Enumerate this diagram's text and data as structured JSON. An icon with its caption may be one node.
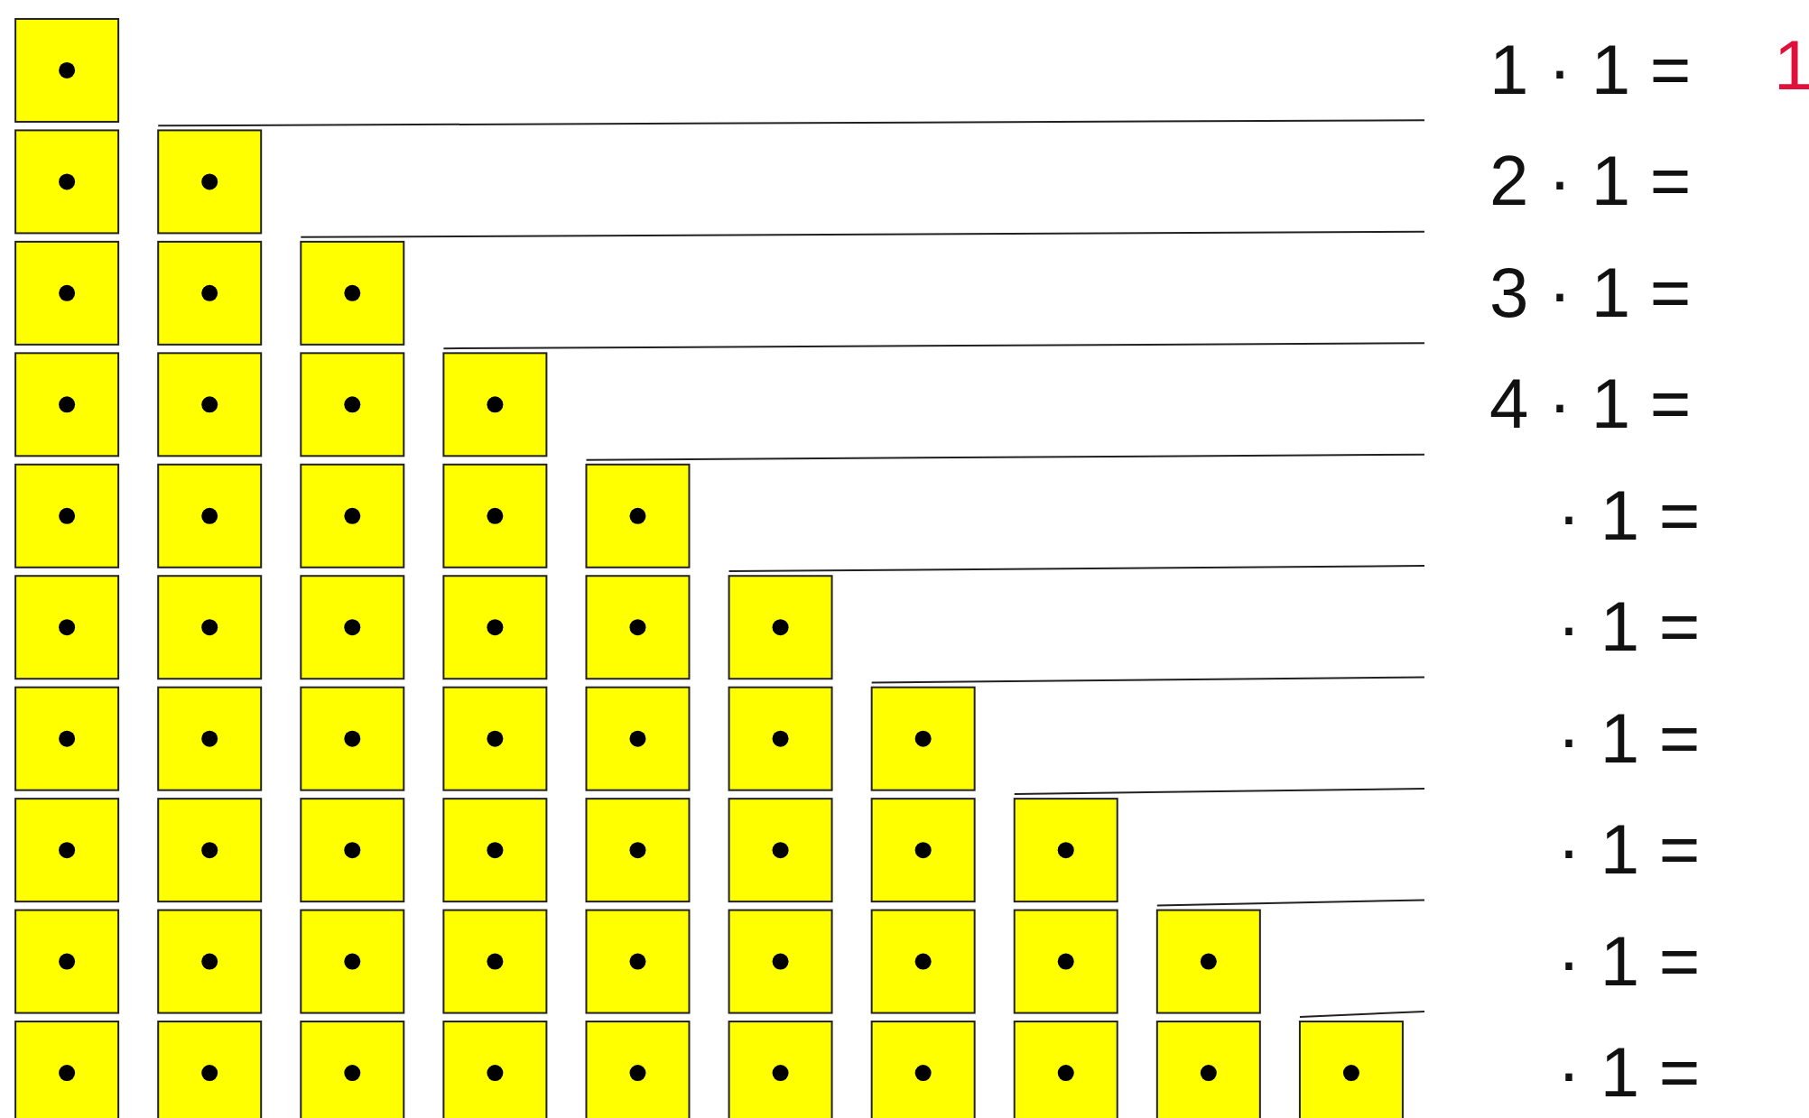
{
  "diagram": {
    "labels": [
      "1 · 1 =",
      "1",
      "2 · 1 =",
      "3 · 1 =",
      "4 · 1 =",
      "· 1 =",
      "· 1 =",
      "· 1 =",
      "· 1 =",
      "· 1 =",
      "· 1 ="
    ]
  }
}
